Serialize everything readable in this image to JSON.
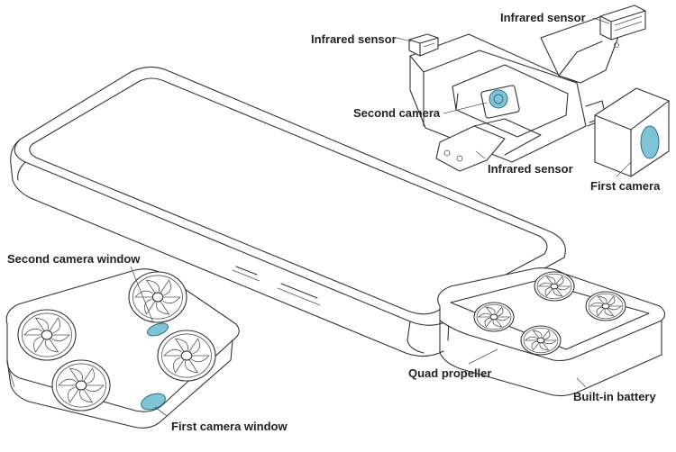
{
  "colors": {
    "line": "#333333",
    "accent": "#7fc4d6",
    "background": "#ffffff"
  },
  "labels": {
    "infrared_sensor_left": "Infrared sensor",
    "infrared_sensor_right": "Infrared sensor",
    "infrared_sensor_bottom": "Infrared sensor",
    "second_camera": "Second camera",
    "first_camera": "First camera",
    "second_camera_window": "Second camera window",
    "first_camera_window": "First camera window",
    "quad_propeller": "Quad propeller",
    "built_in_battery": "Built-in battery"
  }
}
